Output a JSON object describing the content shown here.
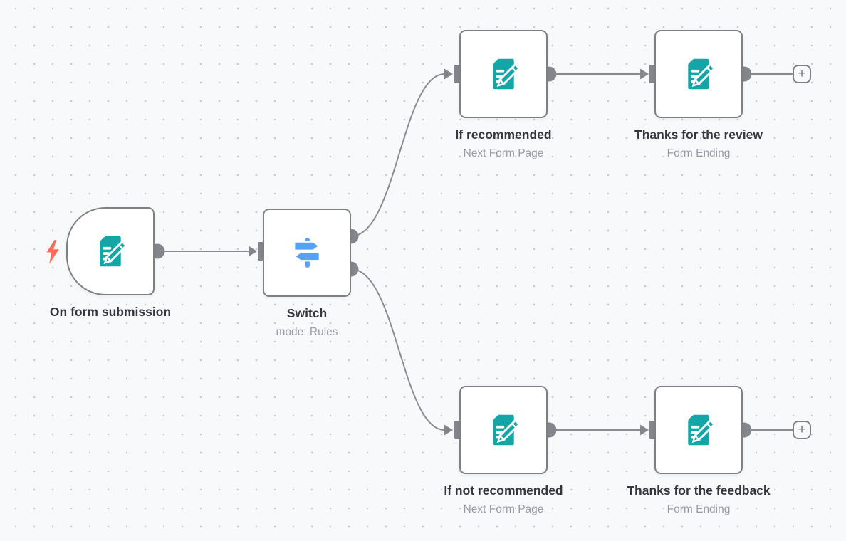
{
  "colors": {
    "canvas_bg": "#f8f9fb",
    "grid_dot": "#c7cad1",
    "connector_gray": "#8b8d93",
    "endpoint_gray": "#84868c",
    "node_border": "#7e8086",
    "node_bg": "#ffffff",
    "label_text": "#35373e",
    "sublabel_text": "#979ba5",
    "form_icon_teal": "#14a6a6",
    "switch_icon_blue": "#57a1f7",
    "trigger_bolt_red": "#ff6d5a"
  },
  "nodes": [
    {
      "label": "On form submission",
      "sublabel": "",
      "icon": "form-edit-icon",
      "type": "trigger"
    },
    {
      "label": "Switch",
      "sublabel": "mode: Rules",
      "icon": "switch-signpost-icon",
      "type": "default"
    },
    {
      "label": "If recommended",
      "sublabel": "Next Form Page",
      "icon": "form-edit-icon",
      "type": "default"
    },
    {
      "label": "Thanks for the review",
      "sublabel": "Form Ending",
      "icon": "form-edit-icon",
      "type": "default"
    },
    {
      "label": "If not recommended",
      "sublabel": "Next Form Page",
      "icon": "form-edit-icon",
      "type": "default"
    },
    {
      "label": "Thanks for the feedback",
      "sublabel": "Form Ending",
      "icon": "form-edit-icon",
      "type": "default"
    }
  ],
  "add_node_buttons": [
    {
      "label": "+"
    },
    {
      "label": "+"
    }
  ]
}
